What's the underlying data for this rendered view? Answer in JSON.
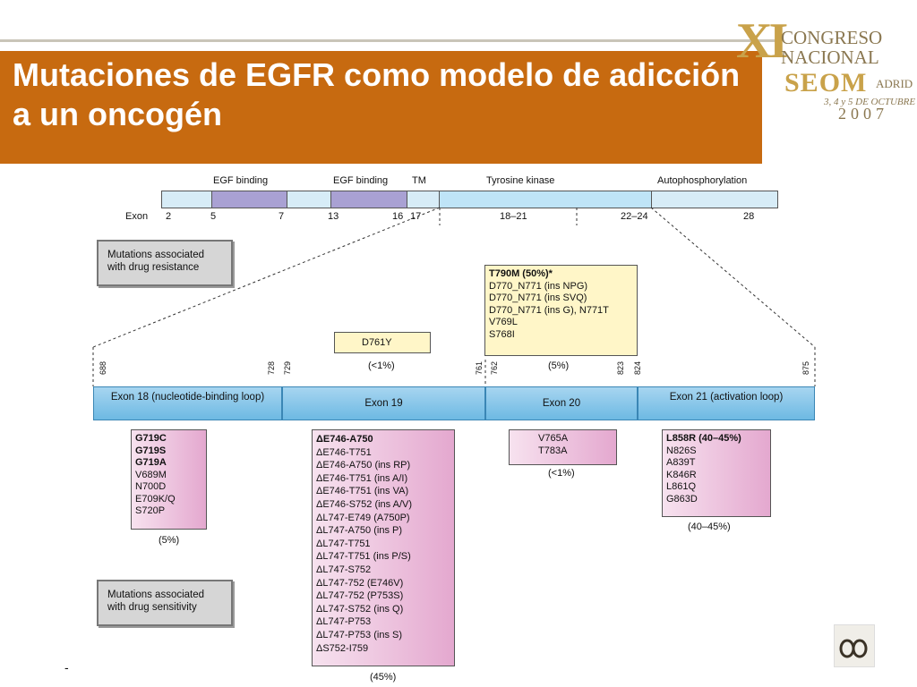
{
  "title": "Mutaciones de EGFR como modelo de adicción a un oncogén",
  "logo": {
    "numeral": "XI",
    "line1": "CONGRESO",
    "line2": "NACIONAL",
    "seom": "SEOM",
    "madrid": "ADRID",
    "date": "3, 4 y 5 DE OCTUBRE",
    "year": "2007"
  },
  "domains": [
    "EGF binding",
    "EGF binding",
    "TM",
    "Tyrosine kinase",
    "Autophosphorylation"
  ],
  "exon_axis": {
    "label": "Exon",
    "numbers": [
      "2",
      "5",
      "7",
      "13",
      "16",
      "17",
      "18–21",
      "22–24",
      "28"
    ]
  },
  "legend": {
    "resistance": "Mutations associated with drug resistance",
    "sensitivity": "Mutations associated with drug sensitivity"
  },
  "resistance_box": {
    "lines": [
      "T790M (50%)*",
      "D770_N771 (ins NPG)",
      "D770_N771 (ins SVQ)",
      "D770_N771 (ins G), N771T",
      "V769L",
      "S768I"
    ],
    "pct": "(5%)"
  },
  "d761y": {
    "label": "D761Y",
    "pct": "(<1%)"
  },
  "positions": [
    "688",
    "728",
    "729",
    "761",
    "762",
    "823",
    "824",
    "875"
  ],
  "exons": [
    {
      "label": "Exon 18 (nucleotide-binding loop)"
    },
    {
      "label": "Exon 19"
    },
    {
      "label": "Exon 20"
    },
    {
      "label": "Exon 21 (activation loop)"
    }
  ],
  "exon18_box": {
    "lines": [
      "G719C",
      "G719S",
      "G719A",
      "V689M",
      "N700D",
      "E709K/Q",
      "S720P"
    ],
    "pct": "(5%)"
  },
  "exon19_box": {
    "lines": [
      "ΔE746-A750",
      "ΔE746-T751",
      "ΔE746-A750 (ins RP)",
      "ΔE746-T751 (ins A/I)",
      "ΔE746-T751 (ins VA)",
      "ΔE746-S752 (ins A/V)",
      "ΔL747-E749 (A750P)",
      "ΔL747-A750 (ins P)",
      "ΔL747-T751",
      "ΔL747-T751 (ins P/S)",
      "ΔL747-S752",
      "ΔL747-752 (E746V)",
      "ΔL747-752 (P753S)",
      "ΔL747-S752 (ins Q)",
      "ΔL747-P753",
      "ΔL747-P753 (ins S)",
      "ΔS752-I759"
    ],
    "pct": "(45%)"
  },
  "exon20_box": {
    "lines": [
      "V765A",
      "T783A"
    ],
    "pct": "(<1%)"
  },
  "exon21_box": {
    "lines": [
      "L858R (40–45%)",
      "N826S",
      "A839T",
      "K846R",
      "L861Q",
      "G863D"
    ],
    "pct": "(40–45%)"
  },
  "footer_dash": "-"
}
